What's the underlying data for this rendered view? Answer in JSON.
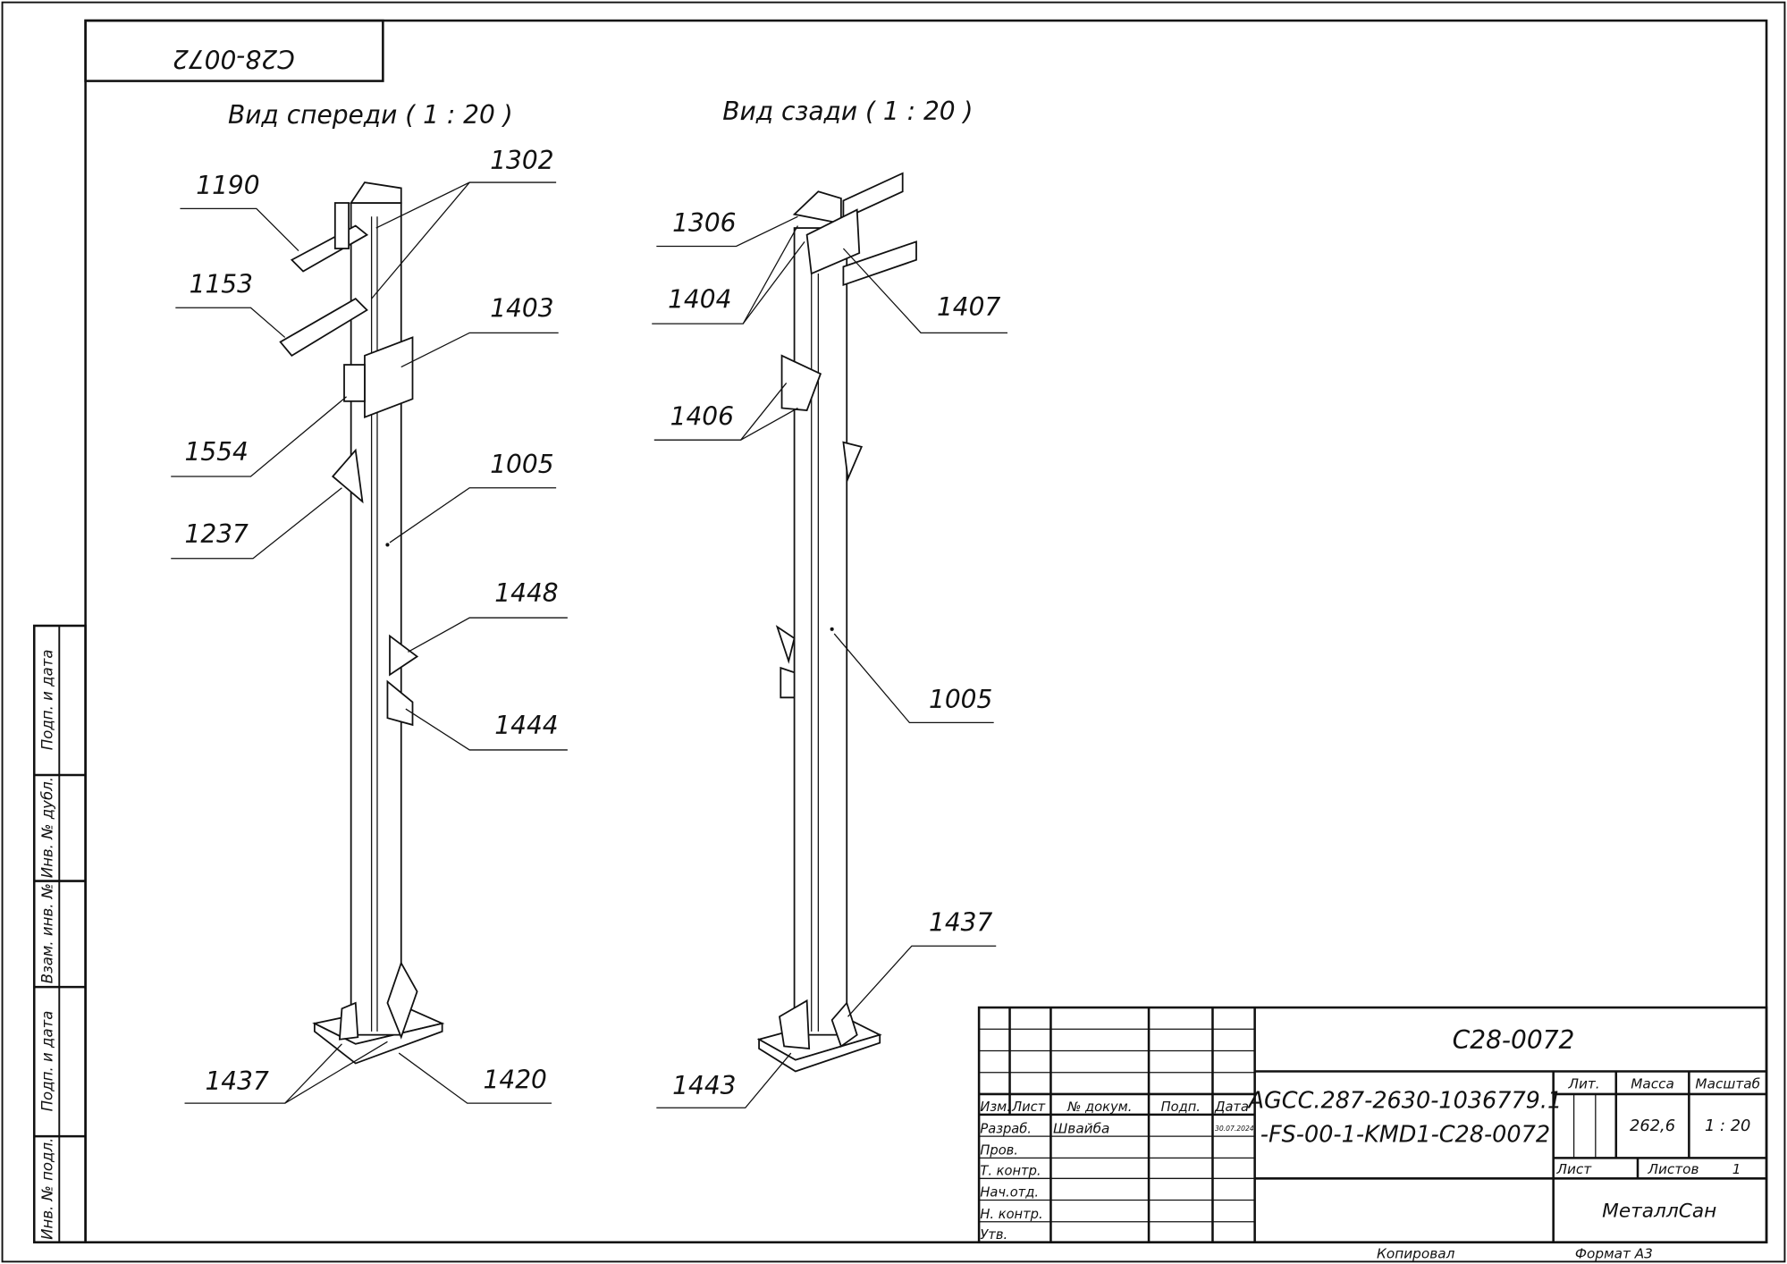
{
  "corner_stamp": "C28-0072",
  "views": {
    "front": {
      "title": "Вид спереди ( 1 : 20 )"
    },
    "back": {
      "title": "Вид сзади ( 1 : 20 )"
    }
  },
  "callouts": {
    "front": [
      "1190",
      "1153",
      "1302",
      "1403",
      "1554",
      "1237",
      "1005",
      "1448",
      "1444",
      "1437",
      "1420"
    ],
    "back": [
      "1306",
      "1404",
      "1407",
      "1406",
      "1005",
      "1437",
      "1443"
    ]
  },
  "side_stamp": [
    "Подп. и дата",
    "Инв. № дубл.",
    "Взам. инв. №",
    "Подп. и дата",
    "Инв. № подл."
  ],
  "title_block": {
    "designation": "C28-0072",
    "document_code_1": "AGCC.287-2630-1036779.1",
    "document_code_2": "-FS-00-1-KMD1-C28-0072",
    "headers": {
      "izm": "Изм.",
      "list": "Лист",
      "doc_no": "№ докум.",
      "sign": "Подп.",
      "date": "Дата"
    },
    "roles": [
      "Разраб.",
      "Пров.",
      "Т. контр.",
      "Нач.отд.",
      "Н. контр.",
      "Утв."
    ],
    "developer": "Швайба",
    "developer_date": "30.07.2024",
    "lit_label": "Лит.",
    "mass_label": "Масса",
    "scale_label": "Масштаб",
    "mass": "262,6",
    "scale": "1 : 20",
    "sheet_label": "Лист",
    "sheets_label": "Листов",
    "sheets": "1",
    "company": "МеталлСан",
    "copied": "Копировал",
    "format": "Формат А3"
  }
}
